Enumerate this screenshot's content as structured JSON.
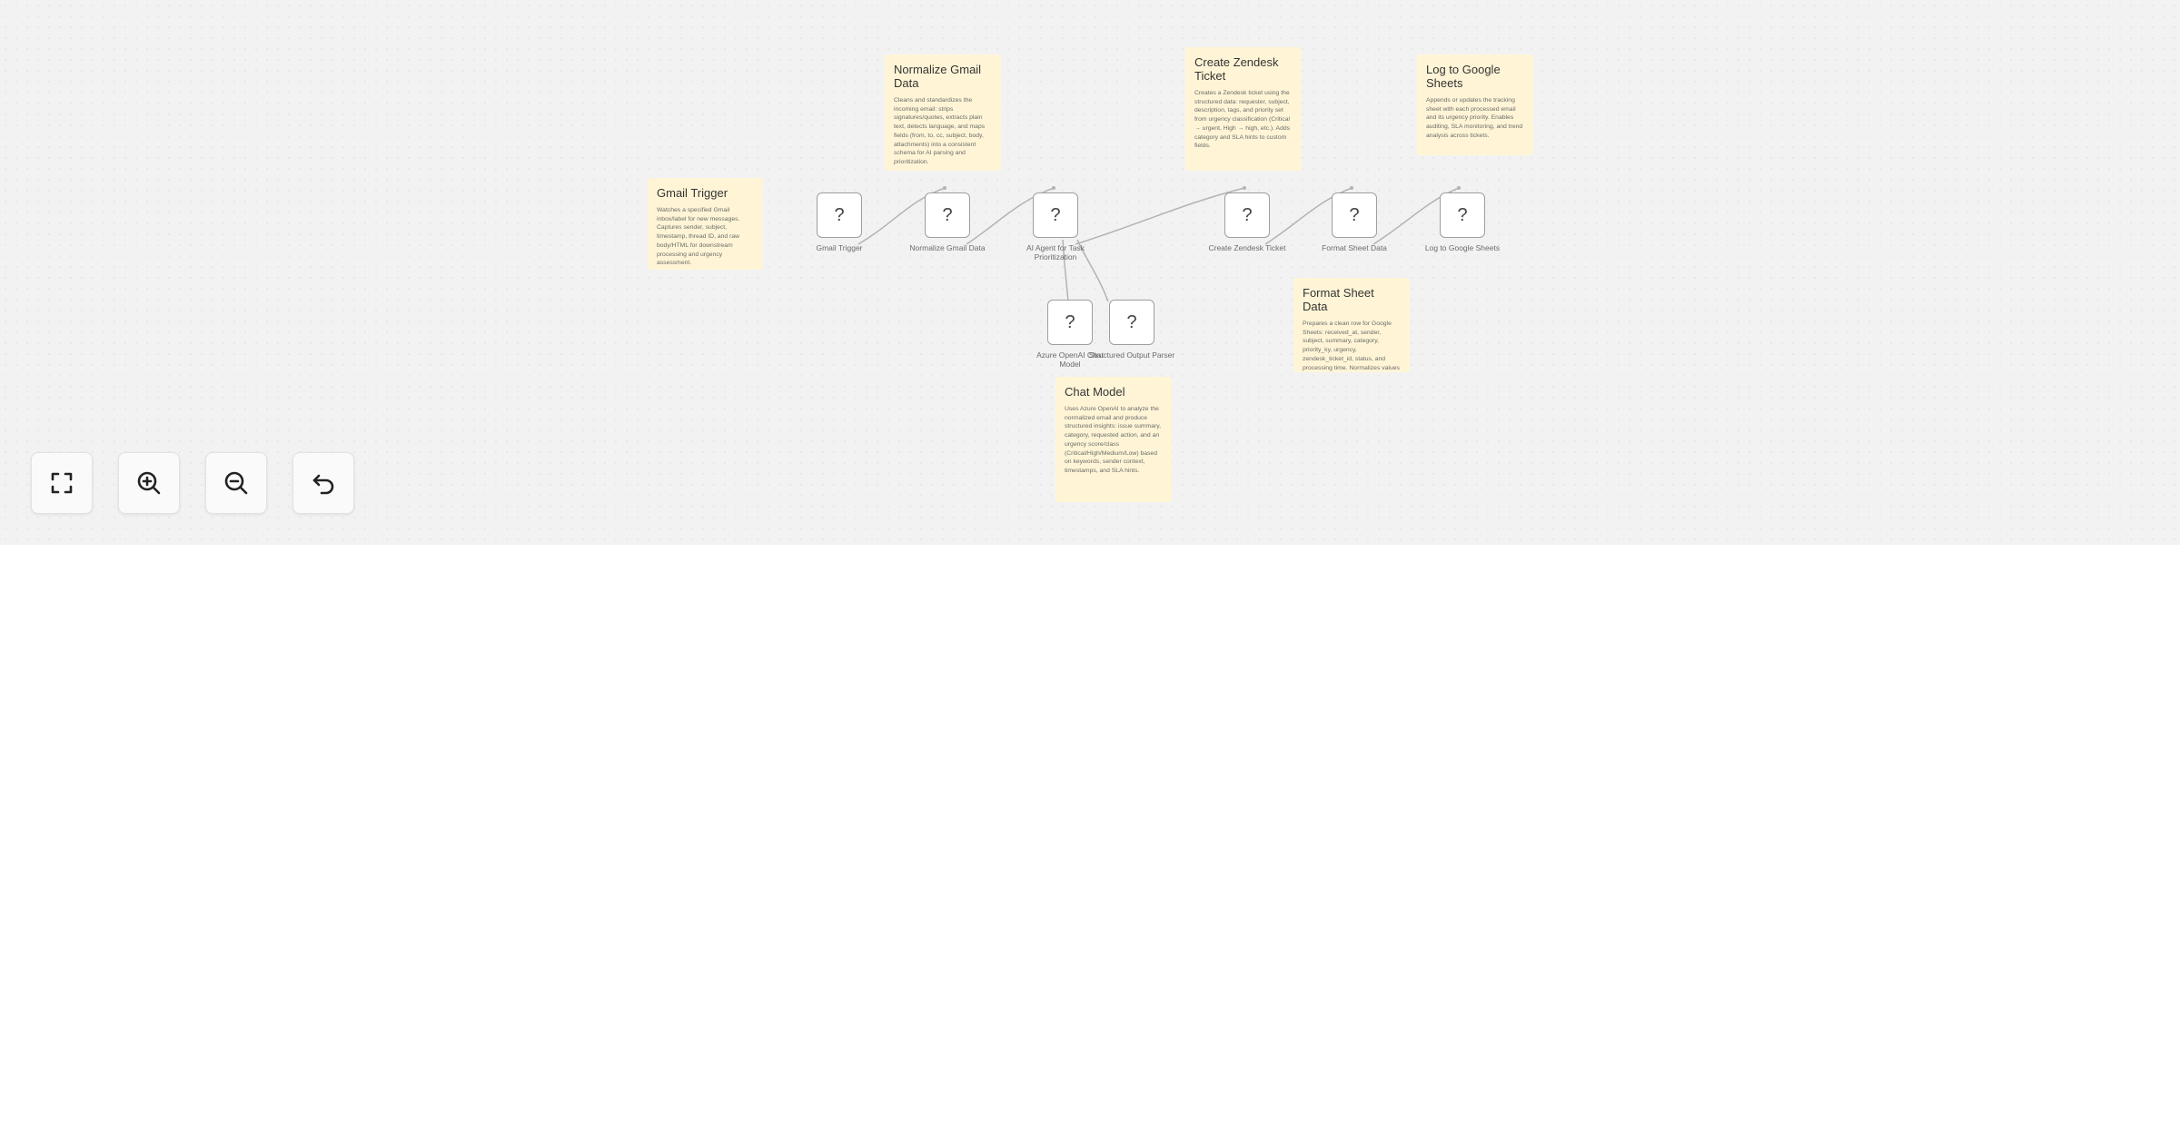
{
  "workflow": {
    "sticky_notes": [
      {
        "id": "gmail-trigger",
        "title": "Gmail Trigger",
        "body": "Watches a specified Gmail inbox/label for new messages. Captures sender, subject, timestamp, thread ID, and raw body/HTML for downstream processing and urgency assessment."
      },
      {
        "id": "normalize-gmail-data",
        "title": "Normalize Gmail Data",
        "body": "Cleans and standardizes the incoming email: strips signatures/quotes, extracts plain text, detects language, and maps fields (from, to, cc, subject, body, attachments) into a consistent schema for AI parsing and prioritization."
      },
      {
        "id": "create-zendesk-ticket",
        "title": "Create Zendesk Ticket",
        "body": "Creates a Zendesk ticket using the structured data: requester, subject, description, tags, and priority set from urgency classification (Critical → urgent, High → high, etc.). Adds category and SLA hints to custom fields."
      },
      {
        "id": "log-to-google-sheets",
        "title": "Log to Google Sheets",
        "body": "Appends or updates the tracking sheet with each processed email and its urgency priority. Enables auditing, SLA monitoring, and trend analysis across tickets."
      },
      {
        "id": "format-sheet-data",
        "title": "Format Sheet Data",
        "body": "Prepares a clean row for Google Sheets: received_at, sender, subject, summary, category, priority_ky, urgency, zendesk_ticket_id, status, and processing time. Normalizes values for consistent reporting."
      },
      {
        "id": "chat-model",
        "title": "Chat Model",
        "body": "Uses Azure OpenAI to analyze the normalized email and produce structured insights: issue summary, category, requested action, and an urgency score/class (Critical/High/Medium/Low) based on keywords, sender context, timestamps, and SLA hints."
      }
    ],
    "nodes": [
      {
        "id": "gmail-trigger",
        "icon": "?",
        "label": "Gmail Trigger"
      },
      {
        "id": "normalize-gmail-data",
        "icon": "?",
        "label": "Normalize Gmail Data"
      },
      {
        "id": "ai-agent",
        "icon": "?",
        "label": "AI Agent for Task Prioritization"
      },
      {
        "id": "create-zendesk-ticket",
        "icon": "?",
        "label": "Create Zendesk Ticket"
      },
      {
        "id": "format-sheet-data",
        "icon": "?",
        "label": "Format Sheet Data"
      },
      {
        "id": "log-to-google-sheets",
        "icon": "?",
        "label": "Log to Google Sheets"
      },
      {
        "id": "azure-openai-chat-model",
        "icon": "?",
        "label": "Azure OpenAI Chat Model"
      },
      {
        "id": "structured-output-parser",
        "icon": "?",
        "label": "Structured Output Parser"
      }
    ]
  },
  "controls": [
    {
      "id": "fit-view",
      "icon": "fullscreen-icon"
    },
    {
      "id": "zoom-in",
      "icon": "zoom-in-icon"
    },
    {
      "id": "zoom-out",
      "icon": "zoom-out-icon"
    },
    {
      "id": "reset",
      "icon": "undo-icon"
    }
  ],
  "colors": {
    "canvas_background": "#f2f2f2",
    "sticky_background": "#fff5d6",
    "node_border": "#9e9e9e",
    "edge": "#b3b3b3"
  }
}
